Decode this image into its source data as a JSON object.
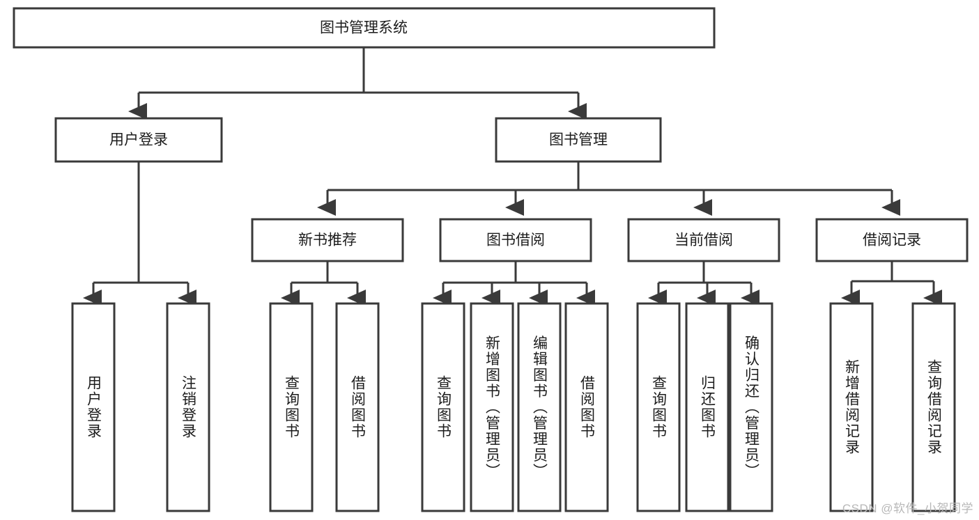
{
  "diagram": {
    "title": "图书管理系统",
    "type": "tree",
    "watermark": "CSDN @软件_小贺同学",
    "colors": {
      "stroke": "#3a3a3a",
      "fill": "#ffffff",
      "text": "#1c1c1c",
      "watermark": "#b8b8b8"
    },
    "root": {
      "label": "图书管理系统"
    },
    "level2": [
      {
        "label": "用户登录"
      },
      {
        "label": "图书管理"
      }
    ],
    "level3": [
      {
        "label": "新书推荐"
      },
      {
        "label": "图书借阅"
      },
      {
        "label": "当前借阅"
      },
      {
        "label": "借阅记录"
      }
    ],
    "leaves": {
      "user_login": [
        {
          "label": "用户登录"
        },
        {
          "label": "注销登录"
        }
      ],
      "new_book_recommend": [
        {
          "label": "查询图书"
        },
        {
          "label": "借阅图书"
        }
      ],
      "book_borrow": [
        {
          "label": "查询图书"
        },
        {
          "label": "新增图书（管理员）"
        },
        {
          "label": "编辑图书（管理员）"
        },
        {
          "label": "借阅图书"
        }
      ],
      "current_borrow": [
        {
          "label": "查询图书"
        },
        {
          "label": "归还图书"
        },
        {
          "label": "确认归还（管理员）"
        }
      ],
      "borrow_record": [
        {
          "label": "新增借阅记录"
        },
        {
          "label": "查询借阅记录"
        }
      ]
    }
  }
}
